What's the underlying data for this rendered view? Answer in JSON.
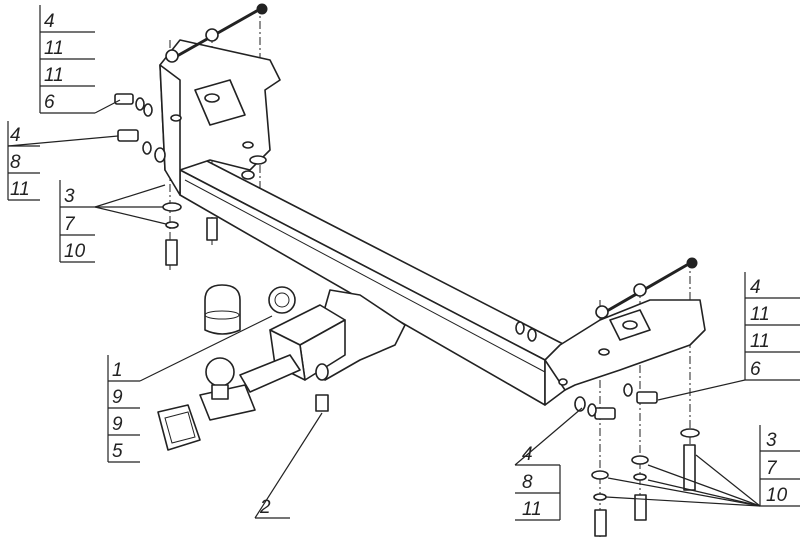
{
  "callouts": {
    "top_left_bolt": [
      "4",
      "11",
      "11",
      "6"
    ],
    "left_bolt": [
      "4",
      "8",
      "11"
    ],
    "left_washers": [
      "3",
      "7",
      "10"
    ],
    "ball_assembly": [
      "1",
      "9",
      "9",
      "5"
    ],
    "bottom_bolt": [
      "2"
    ],
    "right_bolt": [
      "4",
      "11",
      "11",
      "6"
    ],
    "bottom_mid_bolt": [
      "4",
      "8",
      "11"
    ],
    "right_washers": [
      "3",
      "7",
      "10"
    ]
  }
}
